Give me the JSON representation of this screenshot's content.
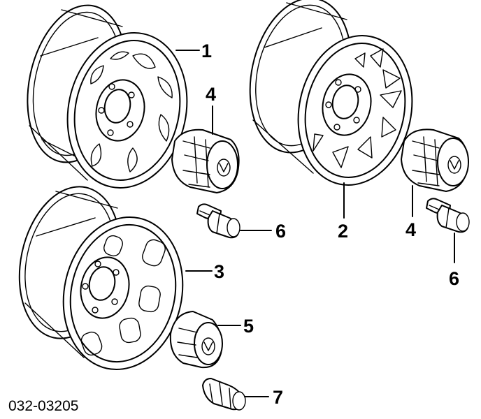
{
  "diagram": {
    "callouts": {
      "c1": "1",
      "c2": "2",
      "c3": "3",
      "c4a": "4",
      "c4b": "4",
      "c5": "5",
      "c6a": "6",
      "c6b": "6",
      "c7": "7"
    },
    "part_code": "032-03205"
  }
}
